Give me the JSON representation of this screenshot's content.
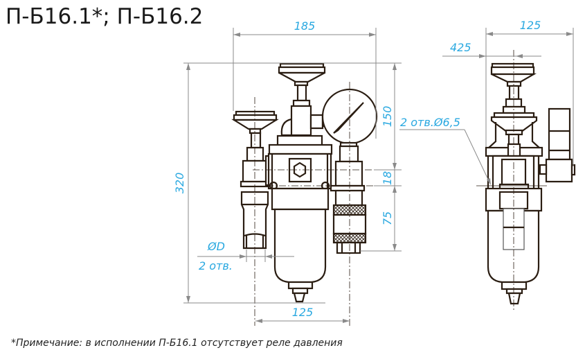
{
  "title": "П-Б16.1*; П-Б16.2",
  "footnote": "*Примечание: в исполнении П-Б16.1 отсутствует реле давления",
  "dimensions": {
    "width_top": "185",
    "height_total": "320",
    "h_150": "150",
    "h_18": "18",
    "h_75": "75",
    "width_bottom": "125",
    "port_diameter": "ØD",
    "port_count": "2 отв.",
    "side_width": "125",
    "side_offset": "425",
    "mount_holes": "2 отв.Ø6,5"
  },
  "colors": {
    "dimension_text": "#29a8e0",
    "outline": "#2a1d12",
    "dimension_line": "#8a8a8a"
  }
}
